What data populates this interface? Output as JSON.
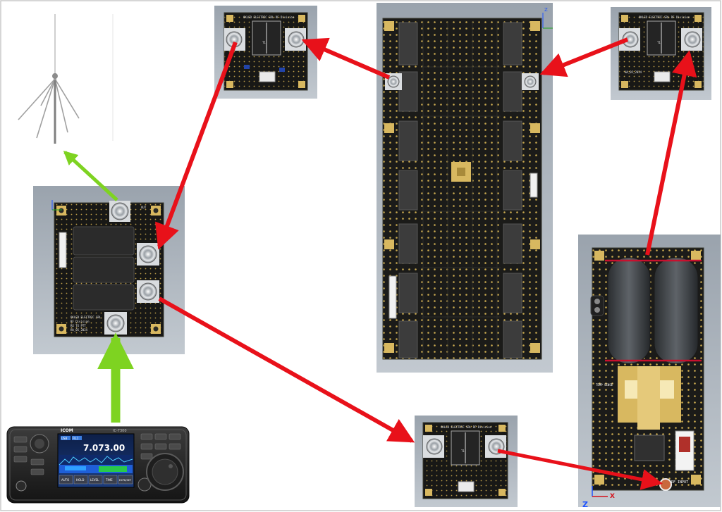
{
  "diagram": {
    "title": "",
    "background": "#ffffff",
    "colors": {
      "tx_path_arrow": "#e8111a",
      "rx_path_arrow": "#7ed321",
      "pcb": "#1b1b19",
      "pad": "#d8b860",
      "panel_bg": "#a9b2bc"
    }
  },
  "boards": {
    "splitter_top_left": {
      "label_line1": "OKLED ELECTRIC SRL RF Division",
      "label_code": "T1"
    },
    "splitter_top_right": {
      "label_line1": "OKLED ELECTRIC SRL RF Division",
      "label_code": "T1",
      "date": "HA_05_2024"
    },
    "splitter_bottom": {
      "label_line1": "OKLED ELECTRIC SRL RF Division",
      "label_code": "T1"
    },
    "relay_switch": {
      "line1": "OKLED ELECTRIC SRL",
      "line2": "RF Division",
      "line3": "RX TX PTT",
      "line4": "HA_05_2024",
      "top_label": "OUT"
    },
    "pa_board": {
      "label": "RF INPUT",
      "temp_label": "TEMP SENSE",
      "axis_z": "Z",
      "axis_x": "X"
    },
    "center_board": {
      "axis_z": "Z"
    }
  },
  "radio": {
    "brand": "ICOM",
    "model": "IC-7300",
    "frequency": "7.073.00",
    "mode_badges": [
      "USB",
      "FIL1"
    ],
    "buttons": [
      "AUTO",
      "HOLD",
      "LEVEL",
      "TIME",
      "EXPD/SET"
    ]
  },
  "antenna": {
    "name": "ground-plane-antenna"
  }
}
